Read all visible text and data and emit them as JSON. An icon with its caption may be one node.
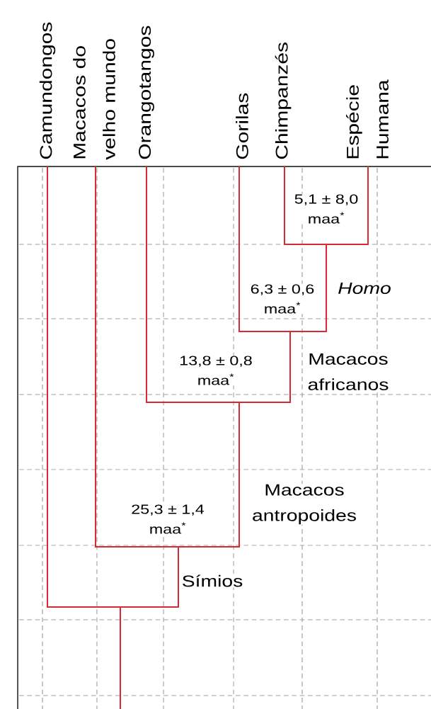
{
  "diagram": {
    "labels": [
      "Camundongos",
      "Macacos do velho mundo",
      "Orangotangos",
      "Gorilas",
      "Chimpanzés",
      "Espécie Humana",
      "5,1 ± 8,0 maa$^{*}$",
      "6,3 ± 0,6 maa$^{*}$",
      "Homo",
      "13,8 ± 0,8 maa$^{*}$",
      "Macacos africanos",
      "25,3 ± 1,4 maa$^{*}$",
      "Macacos antropoides",
      "Símios"
    ]
  }
}
